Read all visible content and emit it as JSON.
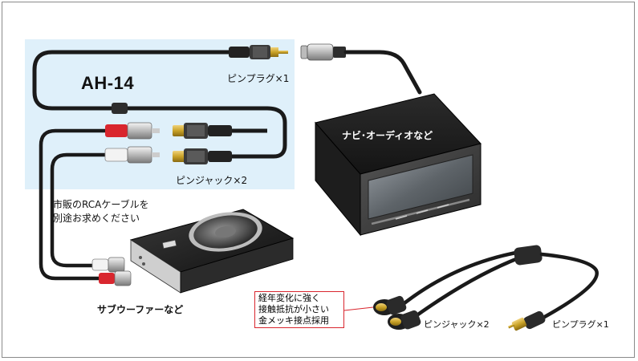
{
  "colors": {
    "background_panel": "#dff0fa",
    "cable": "#1a1a1a",
    "red_connector": "#d9262e",
    "gold": "#c9a227",
    "callout_border": "#d9262e"
  },
  "labels": {
    "model": "AH-14",
    "pin_plug_top": "ピンプラグ×1",
    "pin_jack_mid": "ピンジャック×2",
    "rca_note": [
      "市販のRCAケーブルを",
      "別途お求めください"
    ],
    "subwoofer": "サブウーファーなど",
    "navi_audio": "ナビ･オーディオなど",
    "pin_jack_bottom": "ピンジャック×2",
    "pin_plug_bottom": "ピンプラグ×1",
    "callout": [
      "経年変化に強く",
      "接触抵抗が小さい",
      "金メッキ接点採用"
    ]
  },
  "icons": [
    "rca-plug-icon",
    "rca-jack-icon",
    "navi-unit-icon",
    "subwoofer-icon",
    "y-cable-icon"
  ]
}
